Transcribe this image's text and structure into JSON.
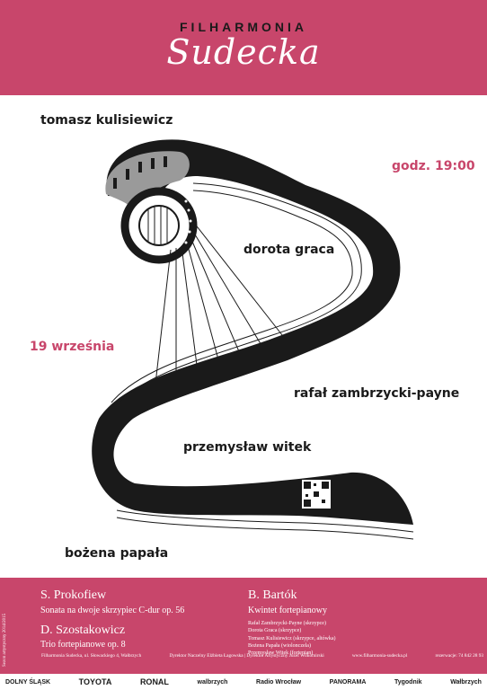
{
  "header": {
    "org_line": "FILHARMONIA",
    "org_script": "Sudecka"
  },
  "colors": {
    "brand_pink": "#c8466b",
    "ink": "#1a1a1a",
    "harp_grey": "#9a9a9a"
  },
  "performers": {
    "p1": "tomasz kulisiewicz",
    "p2": "dorota graca",
    "p3": "rafał zambrzycki-payne",
    "p4": "przemysław witek",
    "p5": "bożena papała"
  },
  "event": {
    "time": "godz. 19:00",
    "date": "19 września"
  },
  "program": {
    "left": [
      {
        "composer": "S. Prokofiew",
        "work": "Sonata na dwoje skrzypiec C-dur op. 56"
      },
      {
        "composer": "D. Szostakowicz",
        "work": "Trio fortepianowe op. 8"
      }
    ],
    "right": {
      "composer": "B. Bartók",
      "work": "Kwintet fortepianowy",
      "roles": [
        "Rafał Zambrzycki-Payne (skrzypce)",
        "Dorota Graca (skrzypce)",
        "Tomasz Kulisiewicz (skrzypce, altówka)",
        "Bożena Papała (wiolonczela)",
        "Przemysław Witek (fortepian)"
      ]
    }
  },
  "footer": {
    "season": "Sezon artystyczny 2014/2015",
    "address": "Filharmonia Sudecka, ul. Słowackiego 4, Wałbrzych",
    "directors": "Dyrektor Naczelny Elżbieta Łagowska  |  Dyrektor Artystyczny Józef Wilkomirski",
    "website": "www.filharmonia-sudecka.pl",
    "phone": "rezerwacje: 74 842 28 93"
  },
  "sponsors": [
    "DOLNY ŚLĄSK",
    "TOYOTA",
    "RONAL",
    "walbrzych",
    "Radio Wrocław",
    "PANORAMA",
    "Tygodnik",
    "Wałbrzych"
  ],
  "icons": {
    "harp": "harp-clef-illustration",
    "qr": "qr-code-icon"
  }
}
